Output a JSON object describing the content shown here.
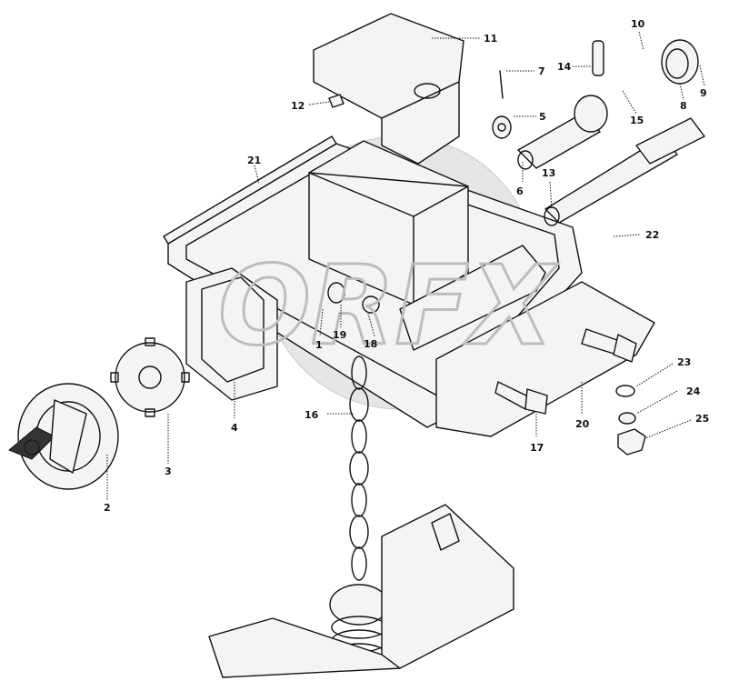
{
  "watermark": {
    "text": "ORFX"
  },
  "callouts": [
    {
      "id": "1",
      "label": "1"
    },
    {
      "id": "2",
      "label": "2"
    },
    {
      "id": "3",
      "label": "3"
    },
    {
      "id": "4",
      "label": "4"
    },
    {
      "id": "5",
      "label": "5"
    },
    {
      "id": "6",
      "label": "6"
    },
    {
      "id": "7",
      "label": "7"
    },
    {
      "id": "8",
      "label": "8"
    },
    {
      "id": "9",
      "label": "9"
    },
    {
      "id": "10",
      "label": "10"
    },
    {
      "id": "11",
      "label": "11"
    },
    {
      "id": "12",
      "label": "12"
    },
    {
      "id": "13",
      "label": "13"
    },
    {
      "id": "14",
      "label": "14"
    },
    {
      "id": "15",
      "label": "15"
    },
    {
      "id": "16",
      "label": "16"
    },
    {
      "id": "17",
      "label": "17"
    },
    {
      "id": "18",
      "label": "18"
    },
    {
      "id": "19",
      "label": "19"
    },
    {
      "id": "20",
      "label": "20"
    },
    {
      "id": "21",
      "label": "21"
    },
    {
      "id": "22",
      "label": "22"
    },
    {
      "id": "23",
      "label": "23"
    },
    {
      "id": "24",
      "label": "24"
    },
    {
      "id": "25",
      "label": "25"
    }
  ]
}
